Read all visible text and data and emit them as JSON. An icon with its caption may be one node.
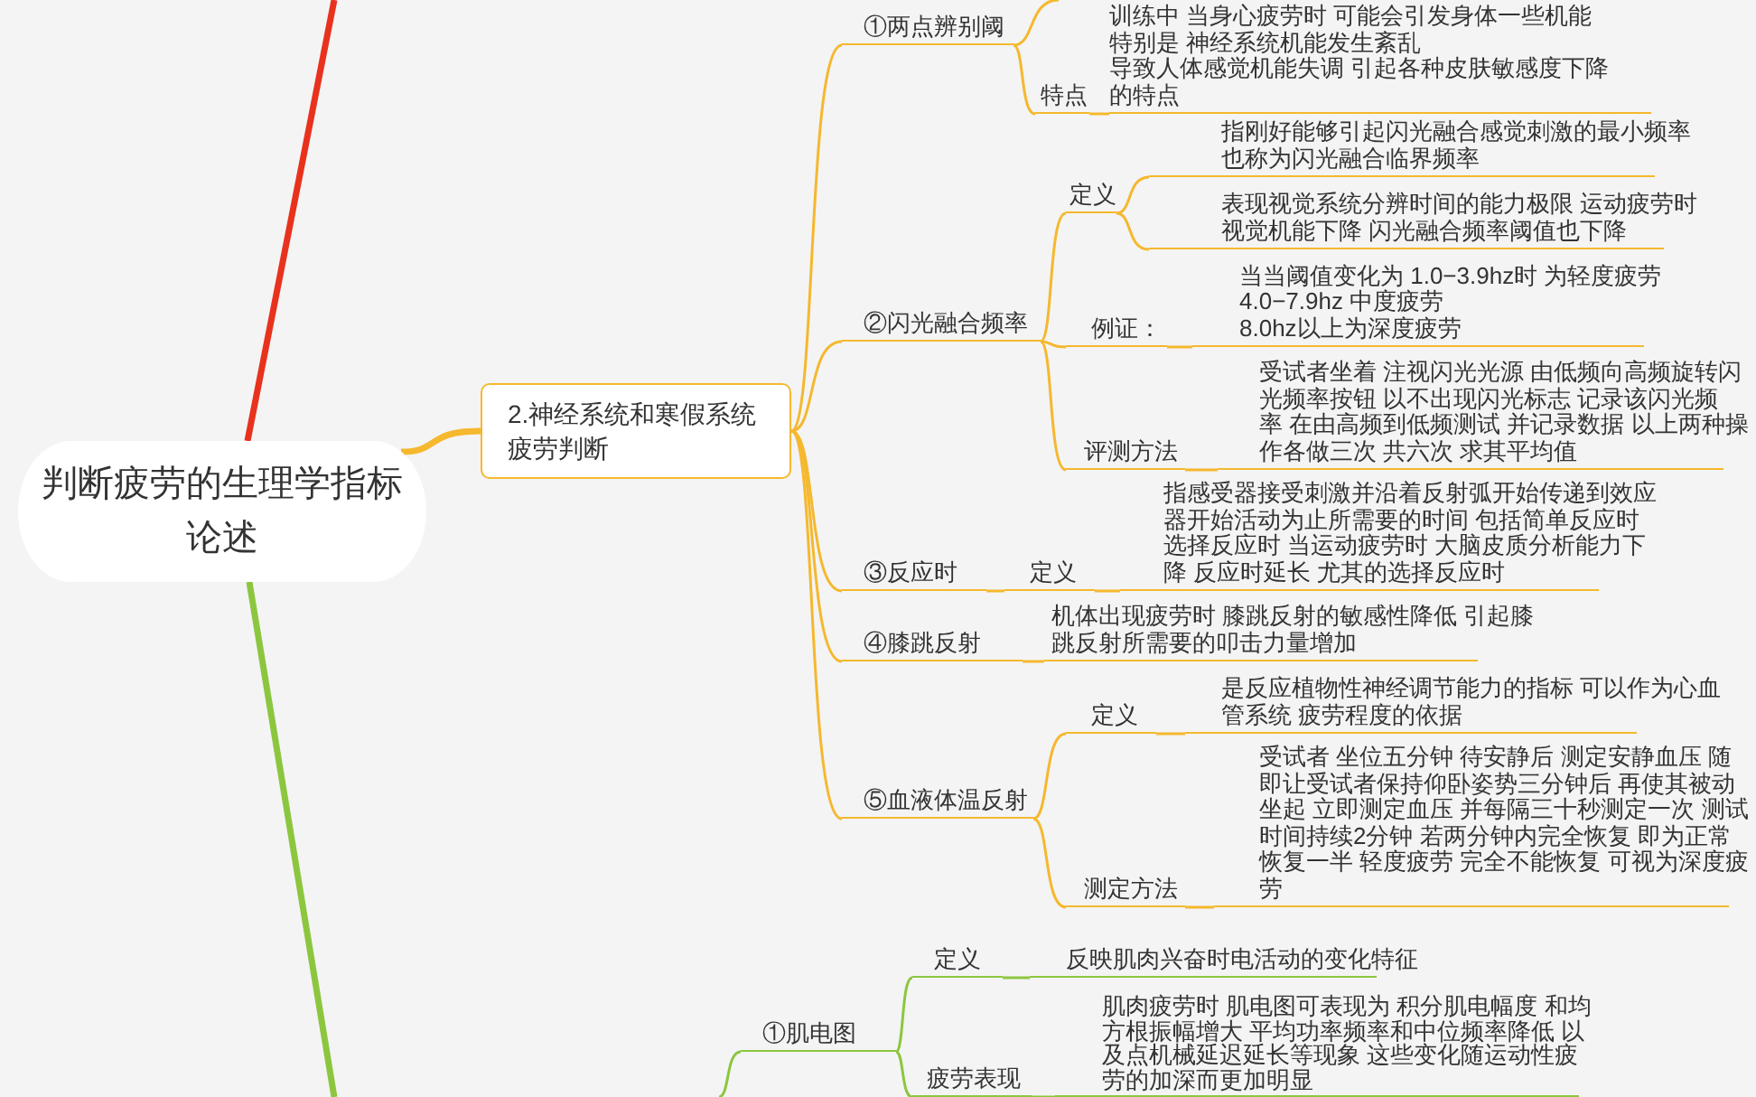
{
  "diagram": {
    "nodes": [
      {
        "text": [
          "判断疲劳的生理学指标论述"
        ]
      },
      {
        "text": [
          "2.神经系统和寒假系统疲劳判断"
        ]
      },
      {
        "text": [
          "①两点辨别阈"
        ]
      },
      {
        "text": [
          "特点"
        ]
      },
      {
        "text": [
          "训练中 当身心疲劳时 可能会引发身体一些机能特别是 神经系统机能发生紊乱导致人体感觉机能失调 引起各种皮肤敏感度下降的特点"
        ]
      },
      {
        "text": [
          "②闪光融合频率"
        ]
      },
      {
        "text": [
          "定义"
        ]
      },
      {
        "text": [
          "指刚好能够引起闪光融合感觉刺激的最小频率也称为闪光融合临界频率"
        ]
      },
      {
        "text": [
          "表现视觉系统分辨时间的能力极限 运动疲劳时视觉机能下降 闪光融合频率阈值也下降"
        ]
      },
      {
        "text": [
          "例证："
        ]
      },
      {
        "text": [
          "当当阈值变化为 1.0−3.9hz时 为轻度疲劳4.0−7.9hz 中度疲劳8.0hz以上为深度疲劳"
        ]
      },
      {
        "text": [
          "评测方法"
        ]
      },
      {
        "text": [
          "受试者坐着 注视闪光光源 由低频向高频旋转闪光频率按钮 以不出现闪光标志 记录该闪光频率 在由高频到低频测试 并记录数据 以上两种操作各做三次 共六次 求其平均值"
        ]
      },
      {
        "text": [
          "③反应时"
        ]
      },
      {
        "text": [
          "定义"
        ]
      },
      {
        "text": [
          "指感受器接受刺激并沿着反射弧开始传递到效应器开始活动为止所需要的时间 包括简单反应时选择反应时 当运动疲劳时 大脑皮质分析能力下降 反应时延长 尤其的选择反应时"
        ]
      },
      {
        "text": [
          "④膝跳反射"
        ]
      },
      {
        "text": [
          "机体出现疲劳时 膝跳反射的敏感性降低 引起膝跳反射所需要的叩击力量增加"
        ]
      },
      {
        "text": [
          "⑤血液体温反射"
        ]
      },
      {
        "text": [
          "定义"
        ]
      },
      {
        "text": [
          "是反应植物性神经调节能力的指标 可以作为心血管系统 疲劳程度的依据"
        ]
      },
      {
        "text": [
          "测定方法"
        ]
      },
      {
        "text": [
          "受试者 坐位五分钟 待安静后 测定安静血压 随即让受试者保持仰卧姿势三分钟后 再使其被动坐起 立即测定血压 并每隔三十秒测定一次 测试时间持续2分钟 若两分钟内完全恢复 即为正常恢复一半 轻度疲劳 完全不能恢复 可视为深度疲劳"
        ]
      },
      {
        "text": [
          "①肌电图"
        ]
      },
      {
        "text": [
          "定义"
        ]
      },
      {
        "text": [
          "反映肌肉兴奋时电活动的变化特征"
        ]
      },
      {
        "text": [
          "疲劳表现"
        ]
      },
      {
        "text": [
          "肌肉疲劳时 肌电图可表现为 积分肌电幅度 和均方根振幅增大 平均功率频率和中位频率降低 以及点机械延迟延长等现象 这些变化随运动性疲劳的加深而更加明显"
        ]
      }
    ],
    "edges": [
      {
        "from": 0,
        "to": null,
        "arrow": "none",
        "style": "thick",
        "color": "#e8321e"
      },
      {
        "from": 0,
        "to": 1,
        "arrow": "none",
        "style": "thick"
      },
      {
        "from": 0,
        "to": null,
        "arrow": "none",
        "style": "thick",
        "color": "#8cc63f"
      },
      {
        "from": 1,
        "to": 2,
        "arrow": "none"
      },
      {
        "from": 2,
        "to": null,
        "arrow": "none"
      },
      {
        "from": 2,
        "to": 3,
        "arrow": "none"
      },
      {
        "from": 3,
        "to": 4,
        "arrow": "none"
      },
      {
        "from": 1,
        "to": 5,
        "arrow": "none"
      },
      {
        "from": 5,
        "to": 6,
        "arrow": "none"
      },
      {
        "from": 6,
        "to": 7,
        "arrow": "none"
      },
      {
        "from": 6,
        "to": 8,
        "arrow": "none"
      },
      {
        "from": 5,
        "to": 9,
        "arrow": "none"
      },
      {
        "from": 9,
        "to": 10,
        "arrow": "none"
      },
      {
        "from": 5,
        "to": 11,
        "arrow": "none"
      },
      {
        "from": 11,
        "to": 12,
        "arrow": "none"
      },
      {
        "from": 1,
        "to": 13,
        "arrow": "none"
      },
      {
        "from": 13,
        "to": 14,
        "arrow": "none"
      },
      {
        "from": 14,
        "to": 15,
        "arrow": "none"
      },
      {
        "from": 1,
        "to": 16,
        "arrow": "none"
      },
      {
        "from": 16,
        "to": 17,
        "arrow": "none"
      },
      {
        "from": 1,
        "to": 18,
        "arrow": "none"
      },
      {
        "from": 18,
        "to": 19,
        "arrow": "none"
      },
      {
        "from": 19,
        "to": 20,
        "arrow": "none"
      },
      {
        "from": 18,
        "to": 21,
        "arrow": "none"
      },
      {
        "from": 21,
        "to": 22,
        "arrow": "none"
      },
      {
        "from": null,
        "to": 23,
        "arrow": "none",
        "color": "#8cc63f"
      },
      {
        "from": 23,
        "to": 24,
        "arrow": "none",
        "color": "#8cc63f"
      },
      {
        "from": 24,
        "to": 25,
        "arrow": "none",
        "color": "#8cc63f"
      },
      {
        "from": 23,
        "to": 26,
        "arrow": "none",
        "color": "#8cc63f"
      },
      {
        "from": 26,
        "to": 27,
        "arrow": "none",
        "color": "#8cc63f"
      }
    ]
  }
}
